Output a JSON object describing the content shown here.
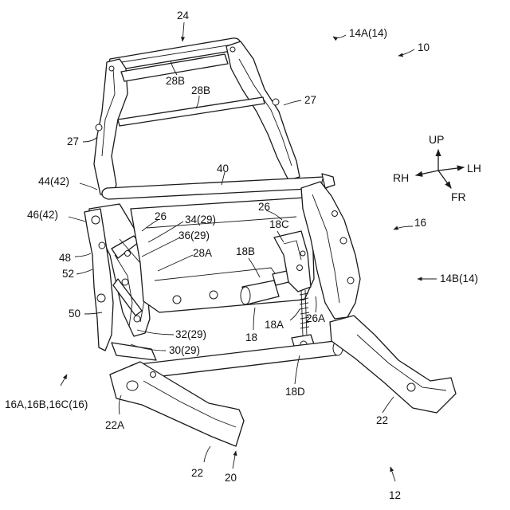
{
  "labels": {
    "l_24": "24",
    "l_14a": "14A(14)",
    "l_10": "10",
    "l_28b_top": "28B",
    "l_28b": "28B",
    "l_27_right": "27",
    "l_27_left": "27",
    "l_40": "40",
    "l_44": "44(42)",
    "l_46": "46(42)",
    "l_26_left": "26",
    "l_34": "34(29)",
    "l_26_right": "26",
    "l_18c": "18C",
    "l_36": "36(29)",
    "l_28a": "28A",
    "l_18b": "18B",
    "l_48": "48",
    "l_52": "52",
    "l_16": "16",
    "l_14b": "14B(14)",
    "l_50": "50",
    "l_18a": "18A",
    "l_26a": "26A",
    "l_32": "32(29)",
    "l_18": "18",
    "l_30": "30(29)",
    "l_16abc": "16A,16B,16C(16)",
    "l_18d": "18D",
    "l_22a": "22A",
    "l_22_right": "22",
    "l_22_bottom": "22",
    "l_20": "20",
    "l_12": "12"
  },
  "direction_indicator": {
    "up": "UP",
    "lh": "LH",
    "rh": "RH",
    "fr": "FR"
  }
}
